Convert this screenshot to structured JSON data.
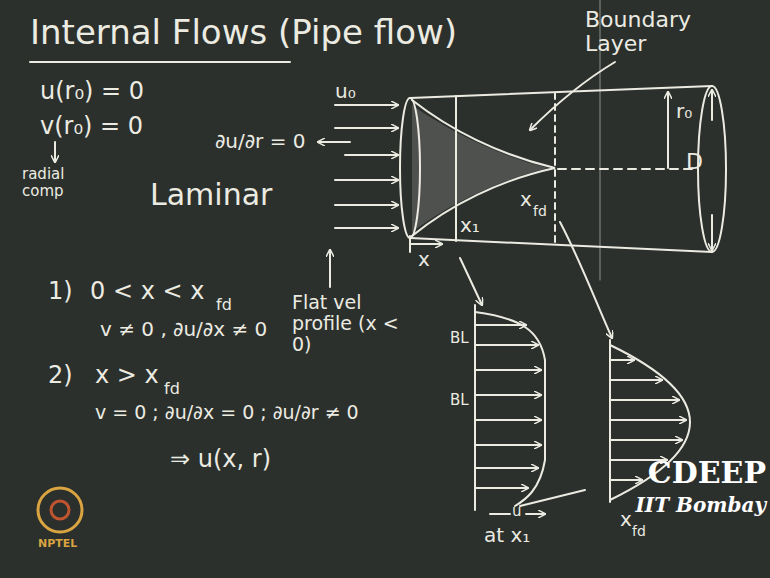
{
  "diagram": {
    "title": "Internal Flows (Pipe flow)",
    "labels": [
      "u(r₀) = 0",
      "v(r₀) = 0",
      "radial comp",
      "Laminar",
      "u₀",
      "∂u/∂r = 0",
      "Boundary Layer",
      "r₀",
      "D",
      "x",
      "x₁",
      "x",
      "fd",
      "Flat vel profile (x < 0)",
      "1)",
      "0 < x < x",
      "fd",
      "v ≠ 0 , ∂u/∂x ≠ 0",
      "2)",
      "x > x",
      "fd",
      "v = 0 ; ∂u/∂x = 0 ; ∂u/∂r ≠ 0",
      "⇒ u(x, r)",
      "BL",
      "BL",
      "u",
      "at x₁",
      "x",
      "fd",
      "NPTEL",
      "CDEEP",
      "IIT Bombay"
    ]
  }
}
